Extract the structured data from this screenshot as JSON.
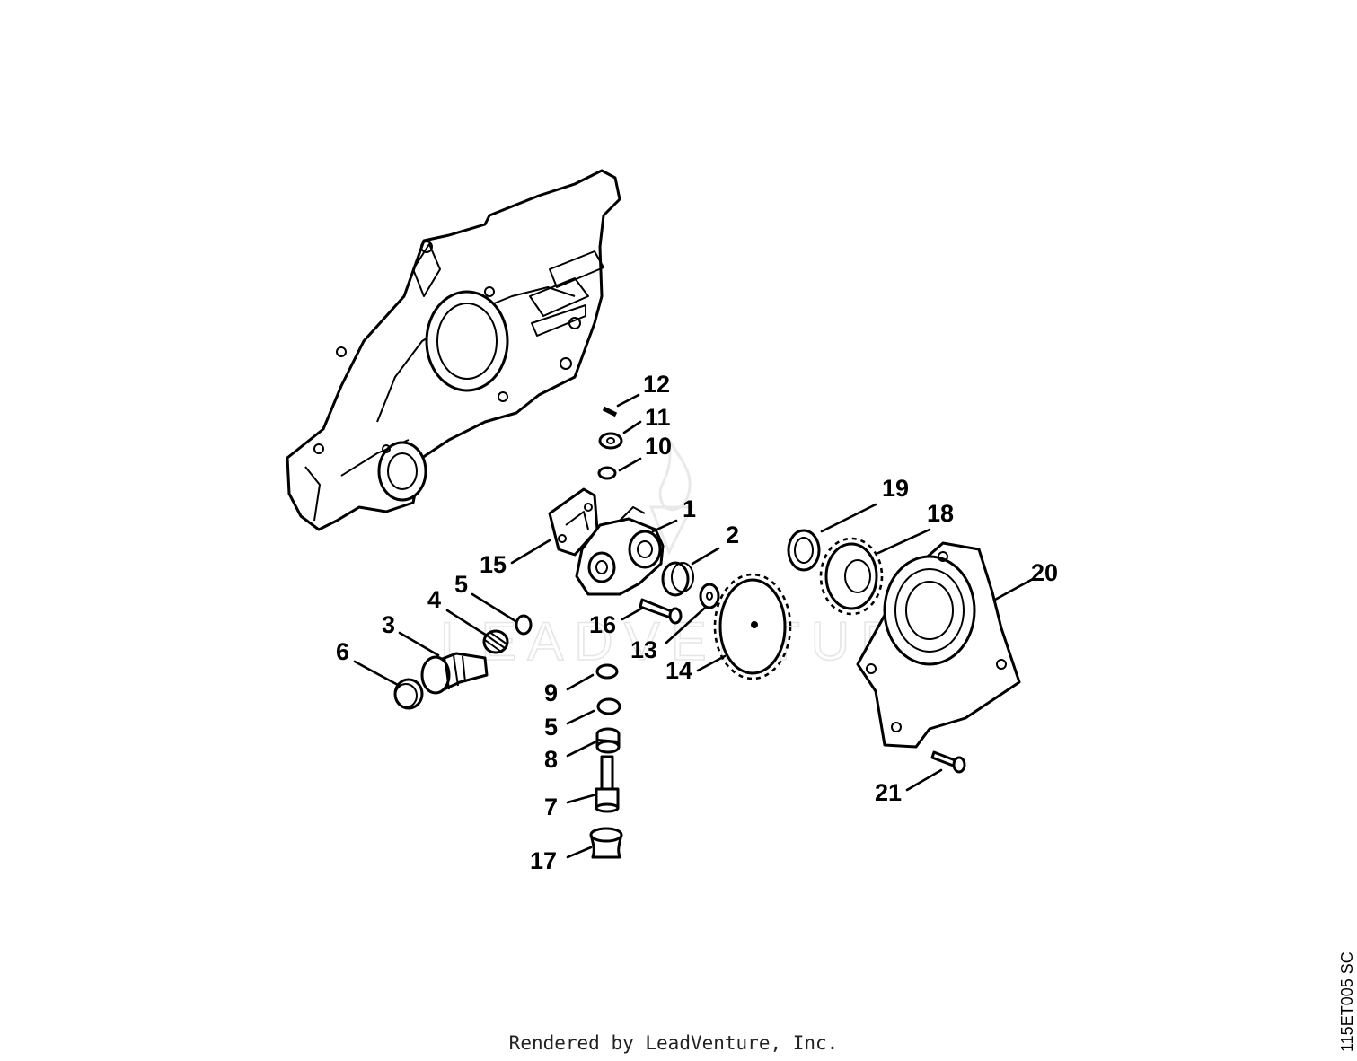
{
  "diagram": {
    "callouts": [
      {
        "id": "1",
        "label": "1"
      },
      {
        "id": "2",
        "label": "2"
      },
      {
        "id": "3",
        "label": "3"
      },
      {
        "id": "4",
        "label": "4"
      },
      {
        "id": "5a",
        "label": "5"
      },
      {
        "id": "5b",
        "label": "5"
      },
      {
        "id": "6",
        "label": "6"
      },
      {
        "id": "7",
        "label": "7"
      },
      {
        "id": "8",
        "label": "8"
      },
      {
        "id": "9",
        "label": "9"
      },
      {
        "id": "10",
        "label": "10"
      },
      {
        "id": "11",
        "label": "11"
      },
      {
        "id": "12",
        "label": "12"
      },
      {
        "id": "13",
        "label": "13"
      },
      {
        "id": "14",
        "label": "14"
      },
      {
        "id": "15",
        "label": "15"
      },
      {
        "id": "16",
        "label": "16"
      },
      {
        "id": "17",
        "label": "17"
      },
      {
        "id": "18",
        "label": "18"
      },
      {
        "id": "19",
        "label": "19"
      },
      {
        "id": "20",
        "label": "20"
      },
      {
        "id": "21",
        "label": "21"
      }
    ],
    "watermark": "LEADVENTURE"
  },
  "footer": {
    "credit": "Rendered by LeadVenture, Inc."
  },
  "drawing_id": "115ET005 SC"
}
